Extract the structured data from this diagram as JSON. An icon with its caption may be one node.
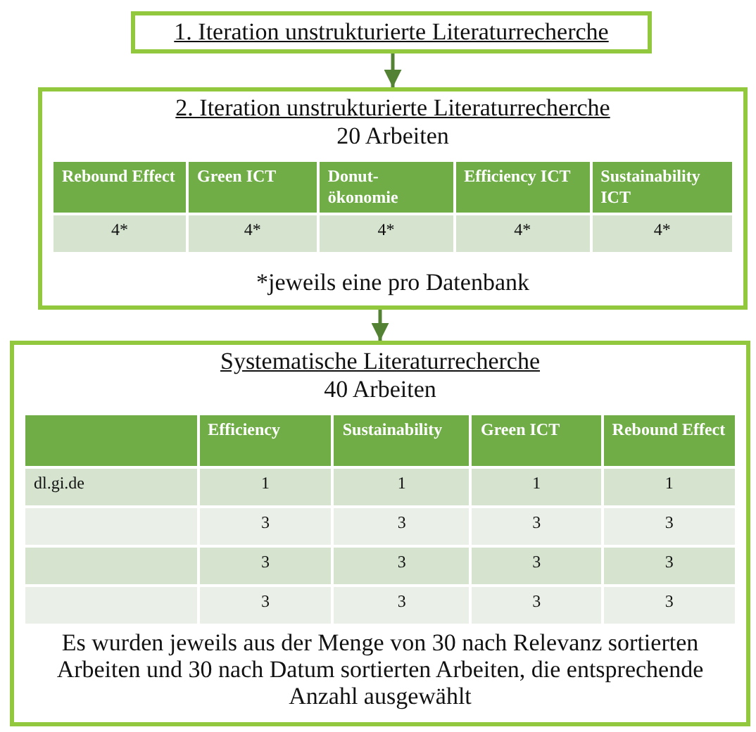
{
  "diagram": {
    "nodes": [
      {
        "text": [
          "1. Iteration unstrukturierte Literaturrecherche"
        ]
      },
      {
        "text": [
          "2. Iteration unstrukturierte Literaturrecherche",
          "20 Arbeiten",
          "*jeweils eine pro Datenbank"
        ]
      },
      {
        "text": [
          "Systematische Literaturrecherche",
          "40 Arbeiten",
          "Es wurden jeweils aus der Menge von 30 nach Relevanz sortierten Arbeiten und 30 nach Datum sortierten Arbeiten, die entsprechende Anzahl ausgewählt"
        ]
      }
    ],
    "edges": [
      {
        "from": 0,
        "to": 1,
        "arrow": "to",
        "color": "#548235"
      },
      {
        "from": 1,
        "to": 2,
        "arrow": "to",
        "color": "#548235"
      }
    ],
    "labels": [
      "Rebound Effect",
      "Green ICT",
      "Donut-ökonomie",
      "Efficiency ICT",
      "Sustainability ICT",
      "4*",
      "4*",
      "4*",
      "4*",
      "4*",
      "Efficiency",
      "Sustainability",
      "Green ICT",
      "Rebound Effect",
      "dl.gi.de",
      "1",
      "1",
      "1",
      "1",
      "3",
      "3",
      "3",
      "3",
      "3",
      "3",
      "3",
      "3",
      "3",
      "3",
      "3",
      "3"
    ]
  }
}
